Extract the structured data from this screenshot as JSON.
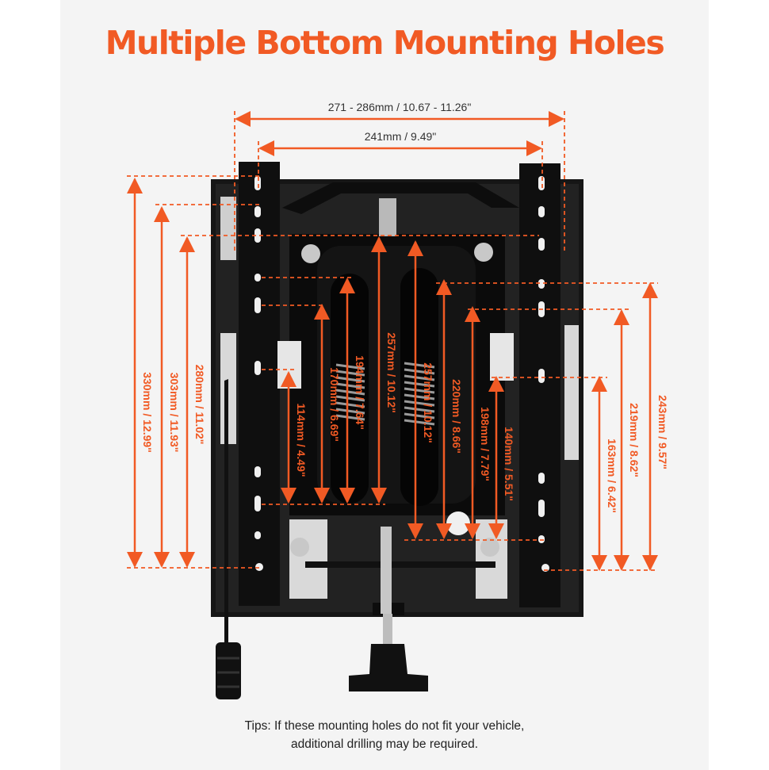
{
  "title": "Multiple Bottom Mounting Holes",
  "colors": {
    "accent": "#f15a24",
    "metal": "#1b1b1b",
    "background": "#f4f4f4"
  },
  "dimensions": {
    "width_outer": "271 - 286mm / 10.67 - 11.26\"",
    "width_inner": "241mm / 9.49\"",
    "left_330": "330mm / 12.99\"",
    "left_303": "303mm / 11.93\"",
    "left_280": "280mm / 11.02\"",
    "mid_257a": "257mm / 10.12\"",
    "mid_257b": "257mm / 10.12\"",
    "mid_194": "194mm / 7.64\"",
    "mid_170": "170mm / 6.69\"",
    "mid_114": "114mm / 4.49\"",
    "mid_220": "220mm / 8.66\"",
    "mid_198": "198mm / 7.79\"",
    "mid_140": "140mm / 5.51\"",
    "right_243": "243mm / 9.57\"",
    "right_219": "219mm / 8.62\"",
    "right_163": "163mm / 6.42\""
  },
  "tips": {
    "line1": "Tips: If these mounting holes do not fit your vehicle,",
    "line2": "additional drilling may be required."
  }
}
